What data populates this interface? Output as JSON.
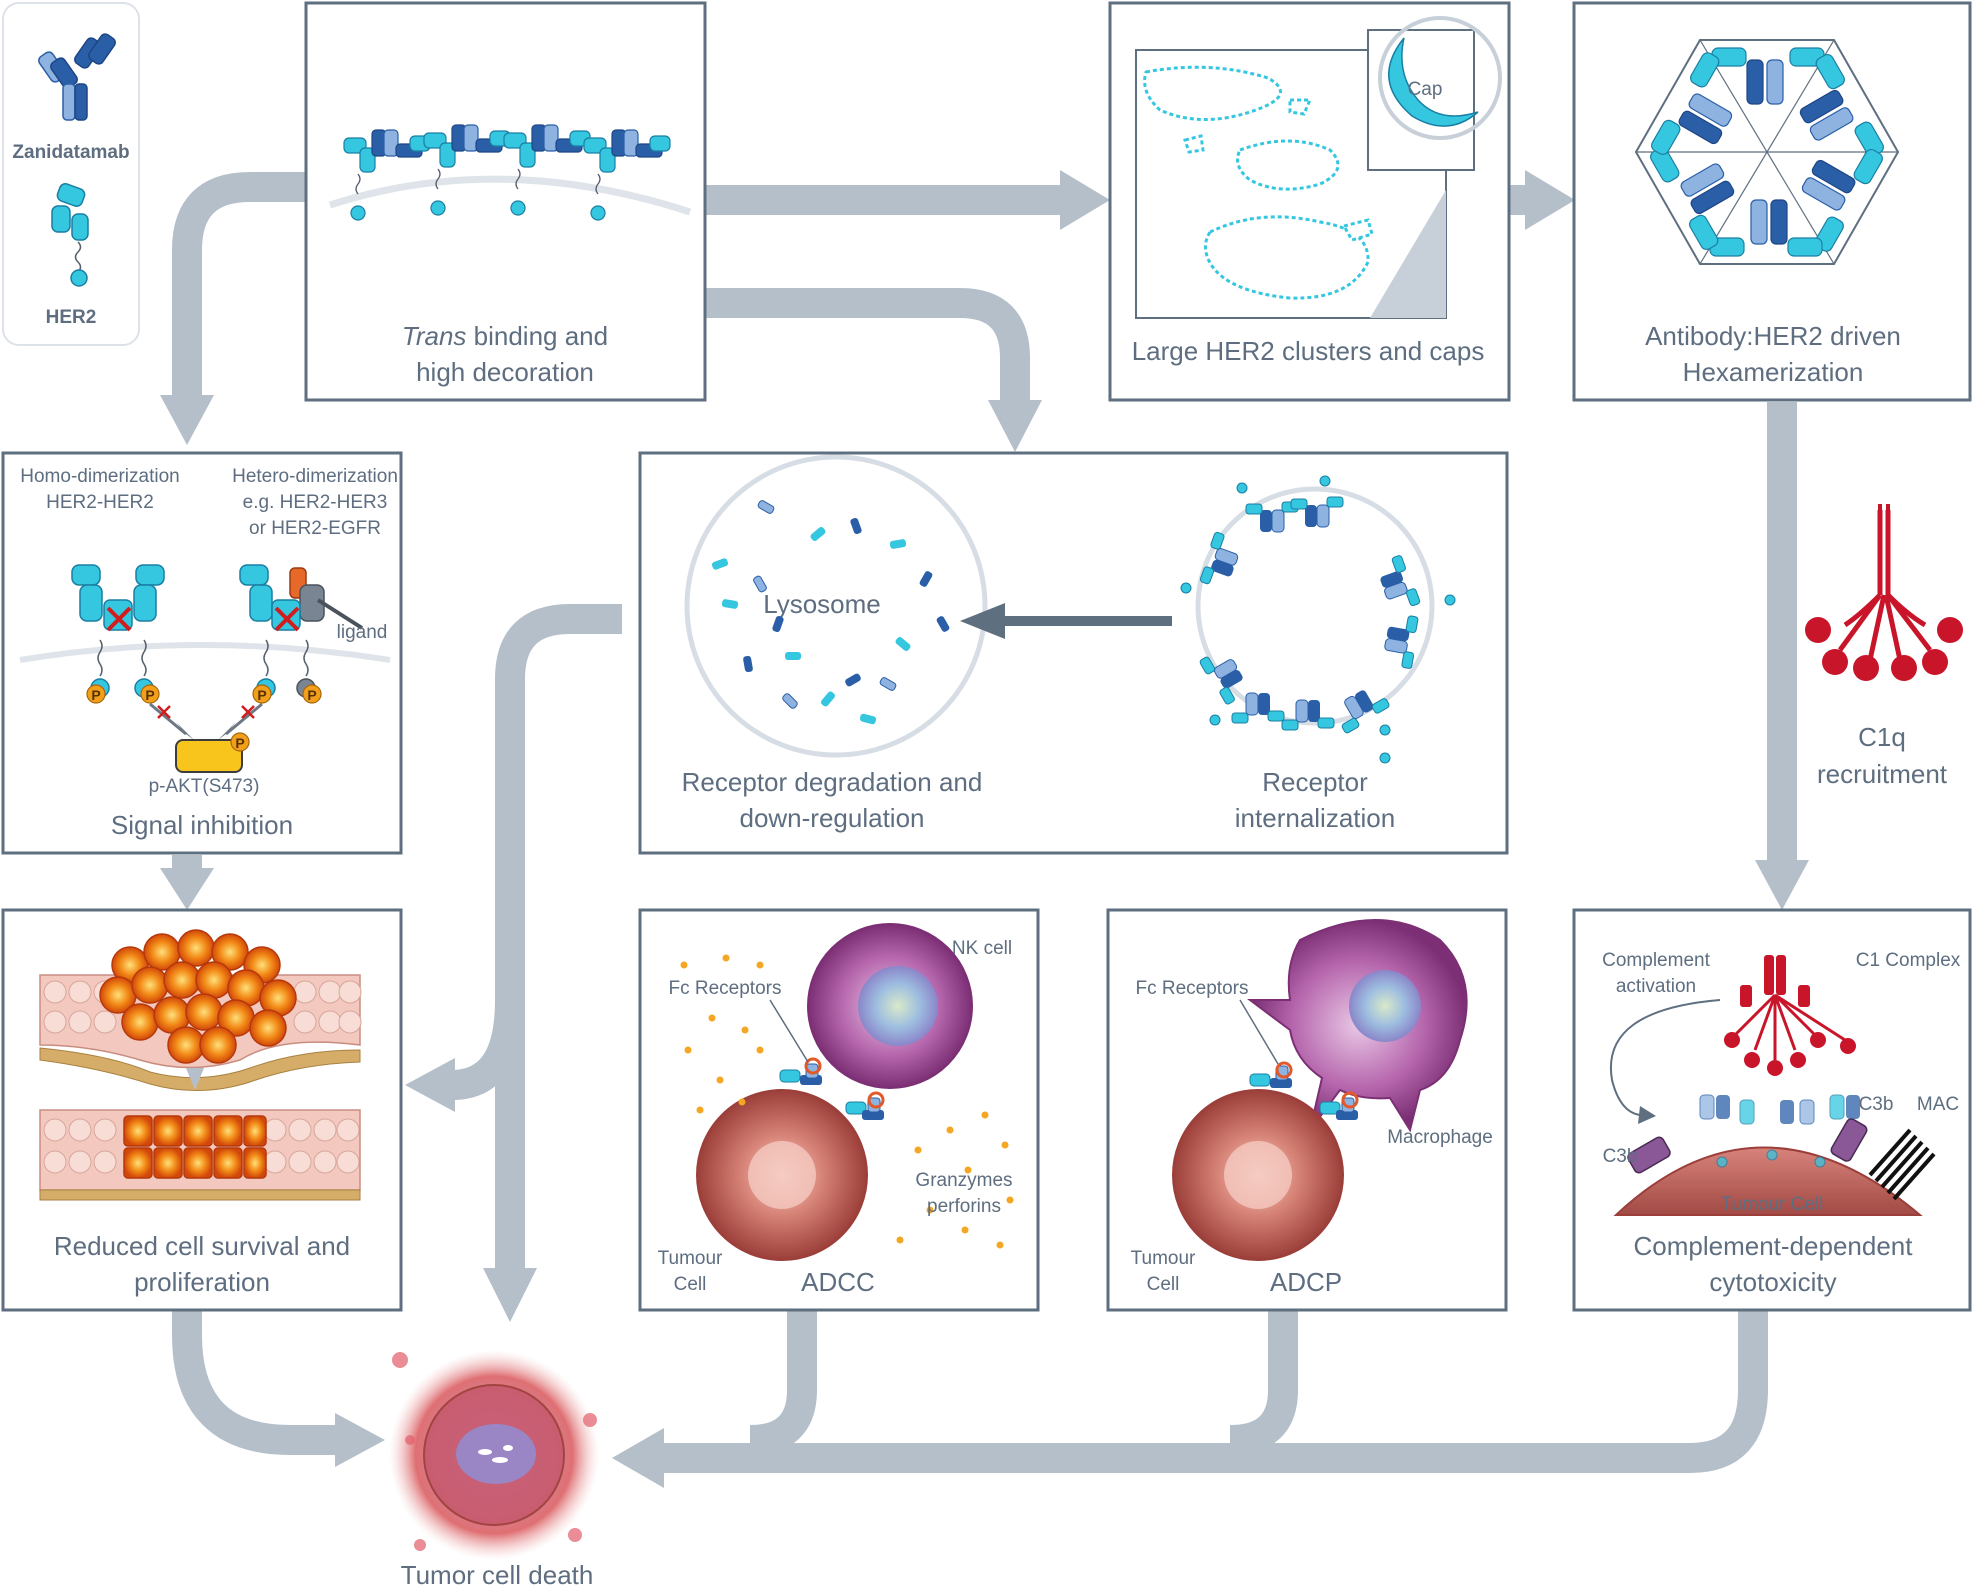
{
  "legend": {
    "antibody_label": "Zanidatamab",
    "receptor_label": "HER2"
  },
  "panels": {
    "trans_binding": {
      "caption_italic": "Trans",
      "caption_rest": " binding and",
      "caption_line2": "high decoration"
    },
    "clusters": {
      "caption": "Large HER2 clusters and caps",
      "cap_label": "Cap"
    },
    "hexamer": {
      "caption_line1": "Antibody:HER2 driven",
      "caption_line2": "Hexamerization"
    },
    "signal": {
      "homo_line1": "Homo-dimerization",
      "homo_line2": "HER2-HER2",
      "hetero_line1": "Hetero-dimerization",
      "hetero_line2": "e.g. HER2-HER3",
      "hetero_line3": "or HER2-EGFR",
      "ligand": "ligand",
      "phospho": "P",
      "akt": "p-AKT(S473)",
      "caption": "Signal inhibition"
    },
    "internalization": {
      "lysosome": "Lysosome",
      "left_caption_line1": "Receptor degradation and",
      "left_caption_line2": "down-regulation",
      "right_caption_line1": "Receptor",
      "right_caption_line2": "internalization"
    },
    "c1q": {
      "label_line1": "C1q",
      "label_line2": "recruitment"
    },
    "survival": {
      "caption_line1": "Reduced cell survival and",
      "caption_line2": "proliferation"
    },
    "adcc": {
      "nk": "NK cell",
      "fc": "Fc Receptors",
      "granzymes_line1": "Granzymes",
      "granzymes_line2": "perforins",
      "tumour_line1": "Tumour",
      "tumour_line2": "Cell",
      "caption": "ADCC"
    },
    "adcp": {
      "fc": "Fc Receptors",
      "macrophage": "Macrophage",
      "tumour_line1": "Tumour",
      "tumour_line2": "Cell",
      "caption": "ADCP"
    },
    "cdc": {
      "activation_line1": "Complement",
      "activation_line2": "activation",
      "c1": "C1 Complex",
      "c3b_left": "C3b",
      "c3b_right": "C3b",
      "mac": "MAC",
      "tumour": "Tumour Cell",
      "caption_line1": "Complement-dependent",
      "caption_line2": "cytotoxicity"
    }
  },
  "outcome": {
    "caption": "Tumor cell death"
  },
  "colors": {
    "panel_border": "#5e6f80",
    "text": "#5e6e80",
    "flow_arrow": "#b5bfca",
    "her2_cyan": "#35c7e0",
    "antibody_blue": "#2a5fa8",
    "antibody_light": "#8fb3e0",
    "c1q_red": "#c9152a",
    "tumour_orange": "#ef7a12",
    "phospho_orange": "#f2a01b",
    "akt_yellow": "#f7c51b"
  }
}
